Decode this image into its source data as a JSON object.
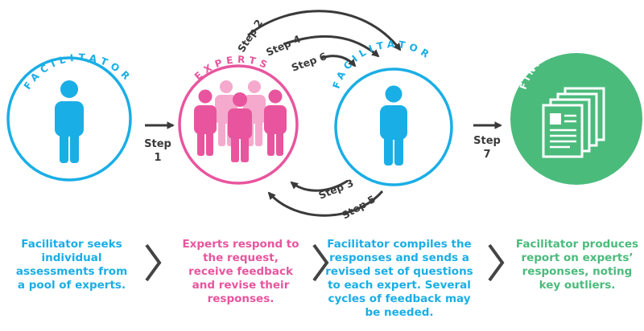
{
  "colors": {
    "blue": "#1aaee6",
    "pink": "#e8559e",
    "pink_light": "#f5a9cd",
    "green": "#4bbb7c",
    "dark": "#3a3a3a",
    "chevron": "#444444"
  },
  "circles": {
    "facilitator1": {
      "label": "FACILITATOR"
    },
    "experts": {
      "label": "EXPERTS"
    },
    "facilitator2": {
      "label": "FACILITATOR"
    },
    "final": {
      "label": "FINAL REPORT"
    }
  },
  "steps": {
    "step1": {
      "word": "Step",
      "num": "1"
    },
    "step2": "Step 2",
    "step3": "Step 3",
    "step4": "Step 4",
    "step5": "Step 5",
    "step6": "Step 6",
    "step7": {
      "word": "Step",
      "num": "7"
    }
  },
  "descriptions": {
    "d1": [
      "Facilitator seeks",
      "individual",
      "assessments from",
      "a pool of experts."
    ],
    "d2": [
      "Experts respond to",
      "the request,",
      "receive feedback",
      "and revise their",
      "responses."
    ],
    "d3": [
      "Facilitator compiles the",
      "responses and sends a",
      "revised set of questions",
      "to each expert. Several",
      "cycles of feedback may",
      "be needed."
    ],
    "d4": [
      "Facilitator produces",
      "report on experts’",
      "responses, noting",
      "key outliers."
    ]
  },
  "icons": {
    "person": "person-icon",
    "group": "people-group-icon",
    "report": "document-stack-icon",
    "chevron": "chevron-right-icon"
  }
}
